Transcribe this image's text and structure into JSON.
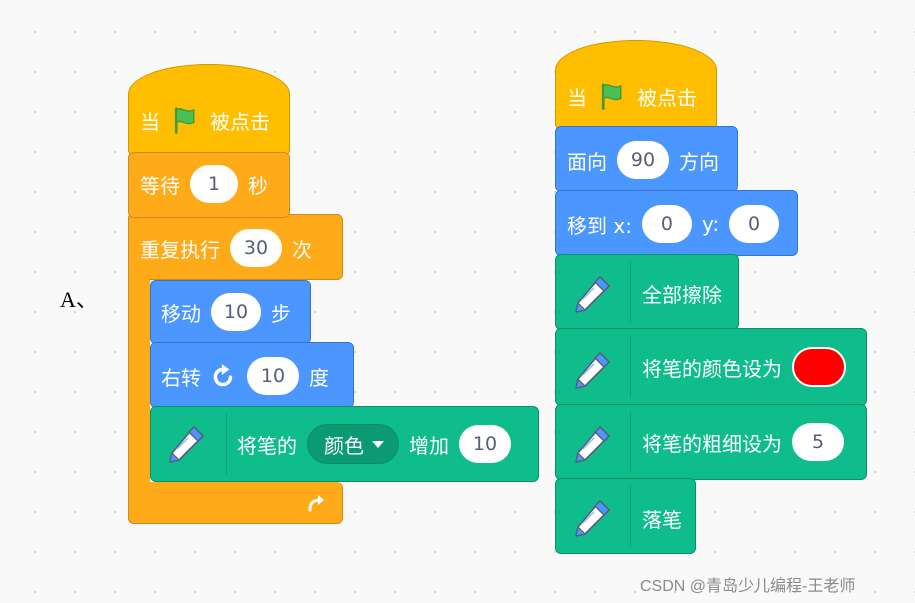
{
  "label_a": "A、",
  "watermark": "CSDN @青岛少儿编程-王老师",
  "left_script": {
    "when_flag": {
      "pre": "当",
      "post": "被点击",
      "icon": "green-flag-icon"
    },
    "wait": {
      "label": "等待",
      "value": "1",
      "unit": "秒"
    },
    "repeat": {
      "label": "重复执行",
      "value": "30",
      "unit": "次",
      "loop_icon": "loop-arrow-icon"
    },
    "move": {
      "label": "移动",
      "value": "10",
      "unit": "步"
    },
    "turn": {
      "label": "右转",
      "value": "10",
      "unit": "度",
      "icon": "turn-right-icon"
    },
    "change_pen": {
      "label": "将笔的",
      "dropdown": "颜色",
      "action": "增加",
      "value": "10",
      "icon": "pen-icon"
    }
  },
  "right_script": {
    "when_flag": {
      "pre": "当",
      "post": "被点击",
      "icon": "green-flag-icon"
    },
    "point": {
      "label": "面向",
      "value": "90",
      "unit": "方向"
    },
    "goto": {
      "label": "移到 x:",
      "x": "0",
      "ylabel": "y:",
      "y": "0"
    },
    "clear": {
      "label": "全部擦除",
      "icon": "pen-icon"
    },
    "set_color": {
      "label": "将笔的颜色设为",
      "color": "#ff0000",
      "icon": "pen-icon"
    },
    "set_size": {
      "label": "将笔的粗细设为",
      "value": "5",
      "icon": "pen-icon"
    },
    "pen_down": {
      "label": "落笔",
      "icon": "pen-icon"
    }
  },
  "colors": {
    "events": "#ffbf00",
    "control": "#ffab19",
    "motion": "#4c97ff",
    "pen": "#0fbd8c",
    "flag": "#4cbf56"
  }
}
